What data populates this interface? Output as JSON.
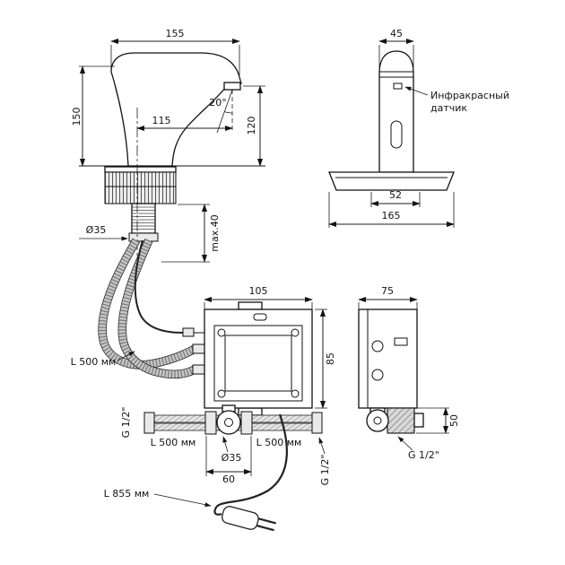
{
  "colors": {
    "ink": "#141414",
    "background": "#ffffff",
    "metal_fill": "#e9e9e9"
  },
  "labels": {
    "dim155": "155",
    "dim150": "150",
    "dim115": "115",
    "angle20": "20°",
    "dim120": "120",
    "dia35_faucet": "Ø35",
    "max40": "max.40",
    "dim45": "45",
    "sensor_line1": "Инфракрасный",
    "sensor_line2": "датчик",
    "dim52": "52",
    "dim165": "165",
    "dim105": "105",
    "dim75": "75",
    "dim85": "85",
    "hose_length": "L 500 мм",
    "g_half_left": "G 1/2\"",
    "pipe_length_left": "L 500 мм",
    "pipe_length_right": "L 500 мм",
    "dia35_tee": "Ø35",
    "dim60": "60",
    "dim50": "50",
    "g_half_mid": "G 1/2\"",
    "g_half_valve": "G 1/2\"",
    "cord_length": "L 855 мм"
  }
}
